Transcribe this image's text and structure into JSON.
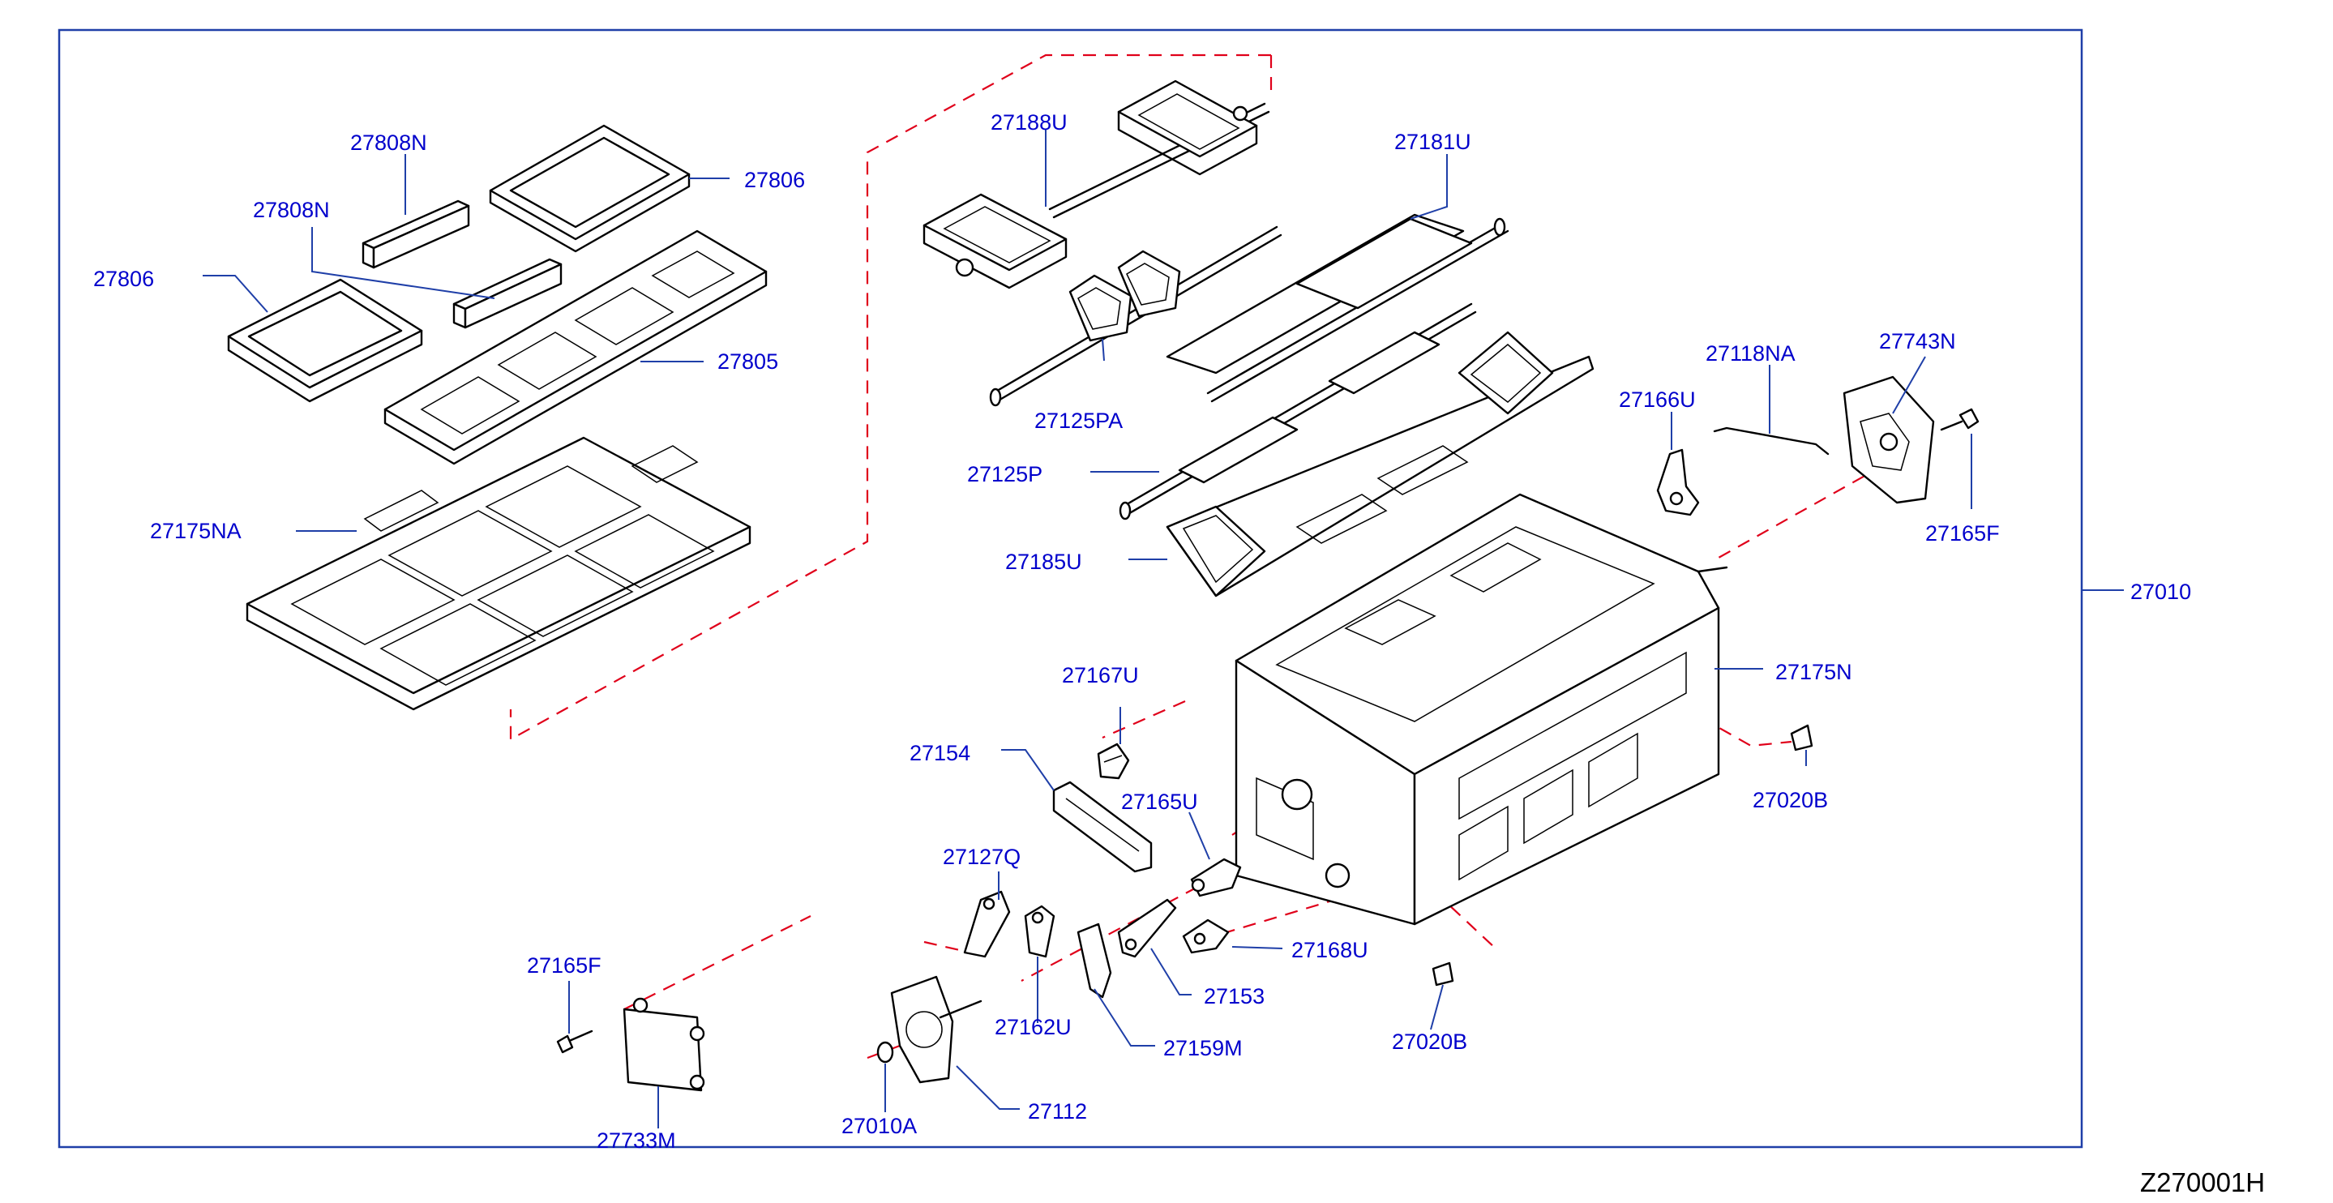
{
  "diagram_code": "Z270001H",
  "colors": {
    "frame": "#1f3fa8",
    "label": "#0000cc",
    "leader": "#1f3fa8",
    "dash_line": "#e0001a",
    "part_stroke": "#000000"
  },
  "labels": {
    "p27808N_a": "27808N",
    "p27806_a": "27806",
    "p27808N_b": "27808N",
    "p27806_b": "27806",
    "p27805": "27805",
    "p27175NA": "27175NA",
    "p27188U": "27188U",
    "p27181U": "27181U",
    "p27125PA": "27125PA",
    "p27125P": "27125P",
    "p27185U": "27185U",
    "p27118NA": "27118NA",
    "p27743N": "27743N",
    "p27166U": "27166U",
    "p27165F_a": "27165F",
    "p27010": "27010",
    "p27167U": "27167U",
    "p27175N": "27175N",
    "p27154": "27154",
    "p27165U": "27165U",
    "p27020B_a": "27020B",
    "p27127Q": "27127Q",
    "p27168U": "27168U",
    "p27153": "27153",
    "p27165F_b": "27165F",
    "p27162U": "27162U",
    "p27159M": "27159M",
    "p27020B_b": "27020B",
    "p27112": "27112",
    "p27010A": "27010A",
    "p27733M": "27733M"
  }
}
